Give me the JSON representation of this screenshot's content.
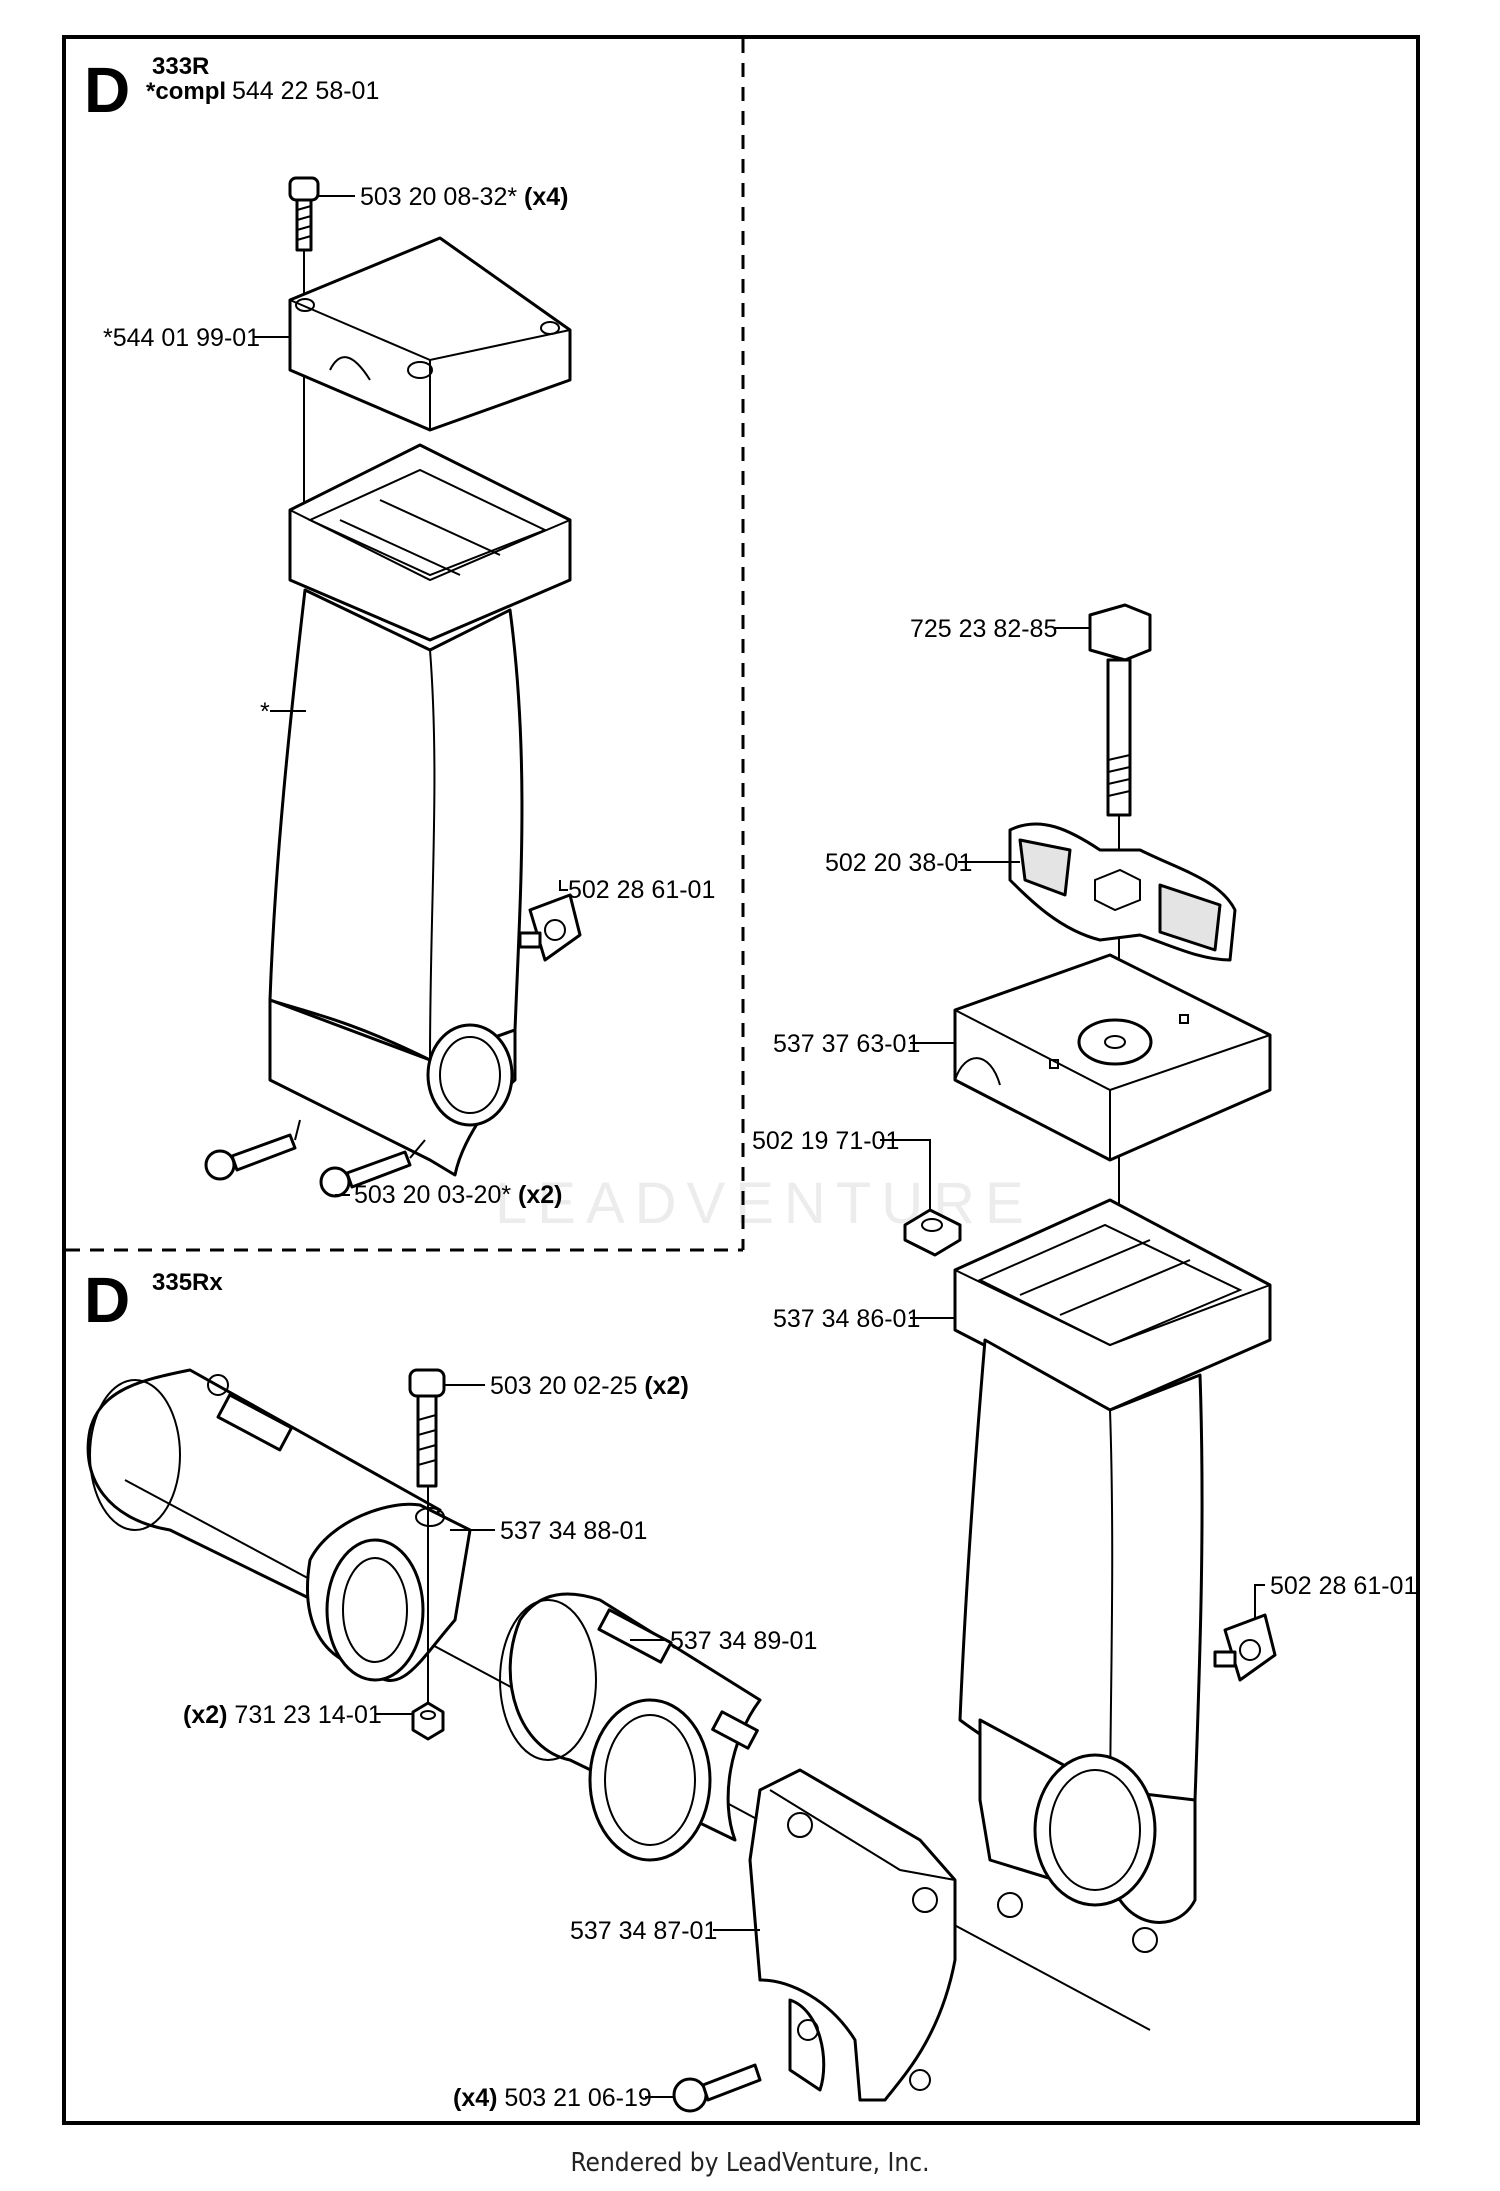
{
  "sections": {
    "top_left": {
      "letter": "D",
      "model": "333R",
      "compl_label": "*compl",
      "compl_number": "544 22 58-01"
    },
    "bottom_left": {
      "letter": "D",
      "model": "335Rx"
    }
  },
  "labels": {
    "p503200832": {
      "text": "503 20 08-32*",
      "qty": "(x4)"
    },
    "p544019901": {
      "text": "*544 01 99-01"
    },
    "star": {
      "text": "*"
    },
    "p502286101a": {
      "text": "502 28 61-01"
    },
    "p503200320": {
      "text": "503 20 03-20*",
      "qty": "(x2)"
    },
    "p725238285": {
      "text": "725 23 82-85"
    },
    "p502203801": {
      "text": "502 20 38-01"
    },
    "p537376301": {
      "text": "537 37 63-01"
    },
    "p502197101": {
      "text": "502 19 71-01"
    },
    "p537348601": {
      "text": "537 34 86-01"
    },
    "p503200225": {
      "text": "503 20 02-25",
      "qty": "(x2)"
    },
    "p537348801": {
      "text": "537 34 88-01"
    },
    "p537348901": {
      "text": "537 34 89-01"
    },
    "p731231401": {
      "text": "731 23 14-01",
      "qty": "(x2)"
    },
    "p502286101b": {
      "text": "502 28 61-01"
    },
    "p537348701": {
      "text": "537 34 87-01"
    },
    "p503210619": {
      "text": "503 21 06-19",
      "qty": "(x4)"
    }
  },
  "footer": "Rendered by LeadVenture, Inc.",
  "watermark": "LEADVENTURE"
}
